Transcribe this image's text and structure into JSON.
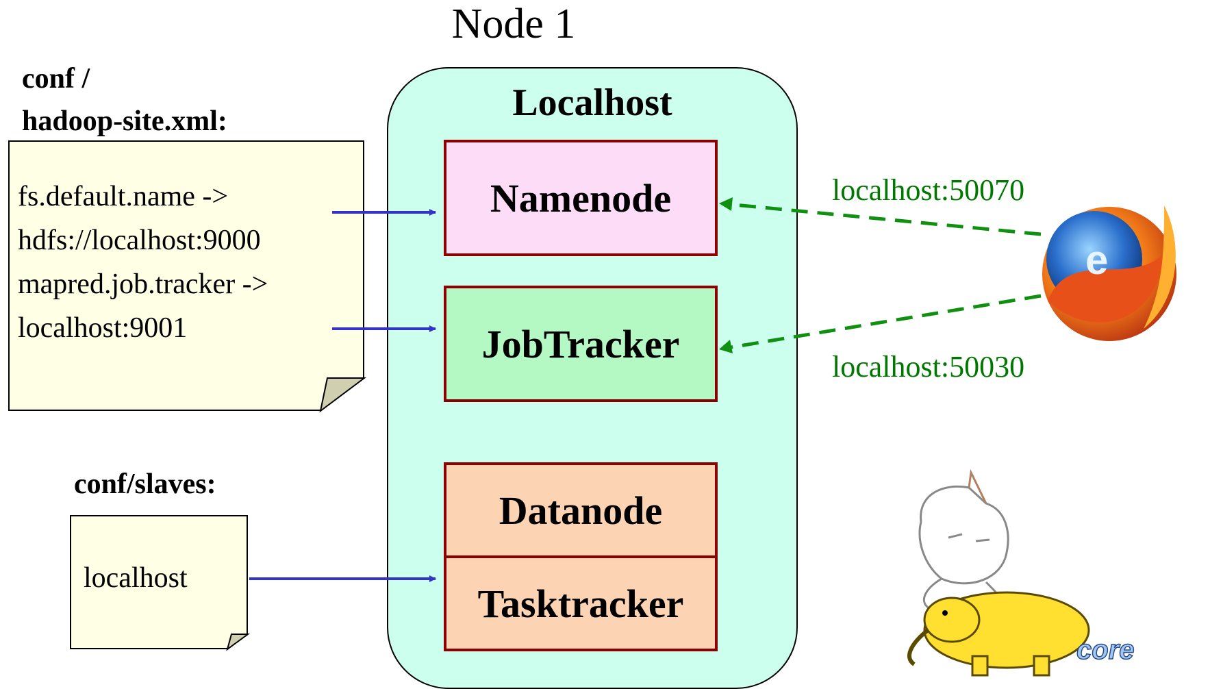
{
  "title": "Node 1",
  "hadoop_site": {
    "label_line1": "conf /",
    "label_line2": "hadoop-site.xml:",
    "lines": [
      "fs.default.name ->",
      "hdfs://localhost:9000",
      "mapred.job.tracker  ->",
      "localhost:9001"
    ]
  },
  "slaves": {
    "label": "conf/slaves:",
    "value": "localhost"
  },
  "localhost": {
    "title": "Localhost",
    "namenode": "Namenode",
    "jobtracker": "JobTracker",
    "datanode": "Datanode",
    "tasktracker": "Tasktracker"
  },
  "ports": {
    "namenode_web": "localhost:50070",
    "jobtracker_web": "localhost:50030"
  },
  "logo_text": "core",
  "colors": {
    "namenode_fill": "#fcdcf6",
    "jobtracker_fill": "#b4f8c4",
    "datanode_fill": "#fcd4b4",
    "localhost_fill": "#ccffee",
    "note_fill": "#ffffe6",
    "arrow_blue": "#3333cc",
    "arrow_green": "#109010",
    "box_border": "#8b0000"
  }
}
